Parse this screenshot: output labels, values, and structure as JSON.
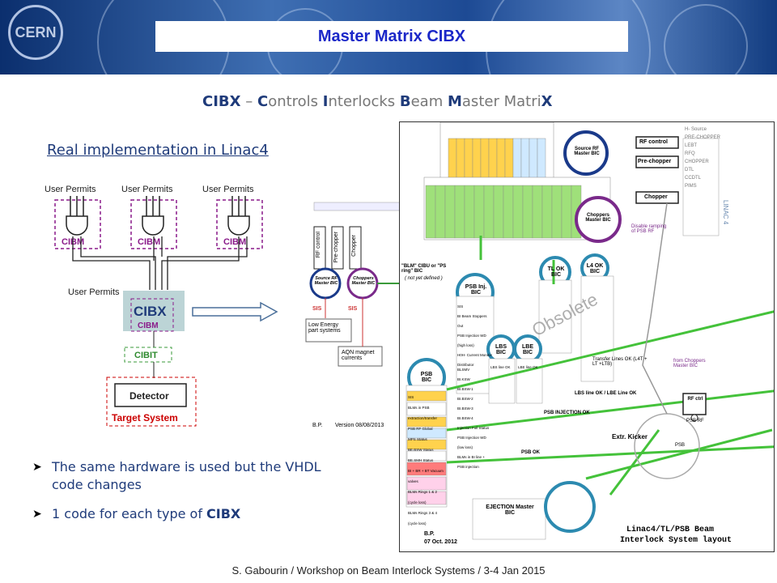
{
  "header": {
    "logo_text": "CERN",
    "title": "Master Matrix CIBX"
  },
  "subtitle": {
    "abbr": "CIBX",
    "dash": " – ",
    "C": "C",
    "c_rest": "ontrols ",
    "I": "I",
    "i_rest": "nterlocks ",
    "B": "B",
    "b_rest": "eam ",
    "M": "M",
    "m_rest": "aster ",
    "Matri": "Matri",
    "X": "X"
  },
  "left": {
    "heading": "Real implementation in Linac4",
    "user_permits": [
      "User Permits",
      "User Permits",
      "User Permits"
    ],
    "cibm_labels": [
      "CIBM",
      "CIBM",
      "CIBM"
    ],
    "user_permits_lower": "User Permits",
    "cibx_label": "CIBX",
    "cibm_inner": "CIBM",
    "cibit_label": "CIBIT",
    "detector_label": "Detector",
    "target_system_label": "Target System"
  },
  "middle": {
    "rf_control": "RF control",
    "pre_chopper": "Pre-chopper",
    "chopper": "Chopper",
    "source_rf_master": "Source RF Master BIC",
    "choppers_master": "Choppers Master BIC",
    "sis": "SIS",
    "sis2": "SIS",
    "low_energy": "Low Energy part systems",
    "aqn": "AQN magnet currents",
    "version": "Version 08/08/2013",
    "bp": "B.P."
  },
  "right": {
    "source_rf": "Source RF Master BIC",
    "choppers": "Choppers Master BIC",
    "rf_control": "RF control",
    "pre_chopper": "Pre-chopper",
    "chopper": "Chopper",
    "disable_ramping": "Disable ramping of PSB RF",
    "blm_label": "\"BLM\" CIBU or \"PS ring\" BIC",
    "not_yet": "( not yet defined )",
    "psb_inj": "PSB Inj. BIC",
    "tl_ok": "TL OK BIC",
    "l4_ok": "L4 OK BIC",
    "lbs": "LBS BIC",
    "lbe": "LBE BIC",
    "psb": "PSB BIC",
    "obsolete": "Obsolete",
    "ejection": "EJECTION Master BIC",
    "psb_injection_ok": "PSB INJECTION OK",
    "psb_ok": "PSB OK",
    "extr_kicker": "Extr. Kicker",
    "lbs_lbe_line": "LBS line OK / LBE Line OK",
    "transfer_lines": "Transfer Lines OK (L4T + LT +LTB)",
    "rf_ctrl": "RF ctrl",
    "psb_rf": "PSB RF",
    "psb_ring": "PSB",
    "linac4_vertical": "LINAC 4",
    "linac_labels": [
      "H- Source",
      "PRE-CHOPPER",
      "LEBT",
      "RFQ",
      "CHOPPER",
      "DTL",
      "CCDTL",
      "PIMS"
    ],
    "from_choppers": "from Choppers Master BIC",
    "bp": "B.P.",
    "date": "07 Oct. 2012",
    "layout_title_1": "Linac4/TL/PSB Beam",
    "layout_title_2": "Interlock System layout",
    "psb_items": [
      "SIS",
      "BLMs in PSB extraction/transfer",
      "PSB RF Global",
      "MPS Status",
      "BE.BSW Status",
      "BE.SMH Status",
      "BI + BR + BT Vacuum valves",
      "BLMs Rings 1 & 2 (cycle loss)",
      "BLMs Rings 3 & 4 (cycle loss)"
    ],
    "psb_items_right": [
      "BLSMV",
      "BI.KSW",
      "BI.BSW-1",
      "BI.BSW-2",
      "BI.BSW-3",
      "BI.BSW-4",
      "Injection Foil Status",
      "PSB Injection WD (low loss)",
      "BLMs in BI line + PSB injection"
    ],
    "psbinj_items": [
      "SIS",
      "BI Beam Stoppers Out",
      "PSB Injection WD (high loss)",
      "H0H- Current Monitor",
      "Distributor"
    ],
    "lbs_items": [
      "LBS line OK"
    ],
    "lbe_items": [
      "LBE line OK"
    ]
  },
  "bullets": {
    "b1": "The same hardware is used but the VHDL code changes",
    "b2_prefix": "1 code for each type of ",
    "b2_bold": "CIBX"
  },
  "footer": "S. Gabourin / Workshop on Beam Interlock Systems / 3-4 Jan 2015",
  "colors": {
    "title_blue": "#1a27c8",
    "text_blue": "#1f3b7a",
    "cibm_magenta": "#8a1a8a",
    "cibx_box": "#bcd4d6",
    "target_red": "#cc0000",
    "green_arrow": "#44c23a"
  }
}
